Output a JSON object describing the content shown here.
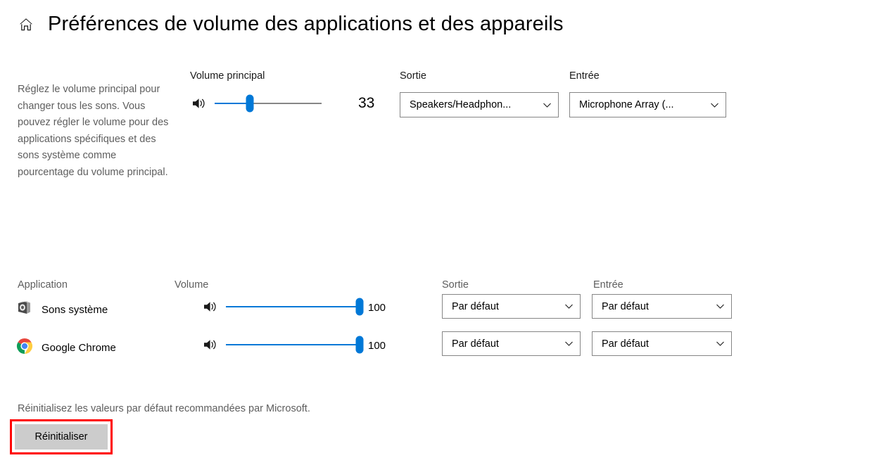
{
  "header": {
    "home_icon": "home-icon",
    "title": "Préférences de volume des applications et des appareils"
  },
  "description": "Réglez le volume principal pour changer tous les sons. Vous pouvez régler le volume pour des applications spécifiques et des sons système comme pourcentage du volume principal.",
  "master": {
    "volume_label": "Volume principal",
    "volume_value": "33",
    "volume_percent": 33,
    "speaker_icon": "speaker-icon",
    "output_label": "Sortie",
    "output_value": "Speakers/Headphon...",
    "input_label": "Entrée",
    "input_value": "Microphone Array (...",
    "chevron_icon": "chevron-down-icon"
  },
  "apps": {
    "columns": {
      "application": "Application",
      "volume": "Volume",
      "output": "Sortie",
      "input": "Entrée"
    },
    "rows": [
      {
        "icon": "system-sounds-icon",
        "name": "Sons système",
        "volume_value": "100",
        "volume_percent": 100,
        "output_value": "Par défaut",
        "input_value": "Par défaut"
      },
      {
        "icon": "google-chrome-icon",
        "name": "Google Chrome",
        "volume_value": "100",
        "volume_percent": 100,
        "output_value": "Par défaut",
        "input_value": "Par défaut"
      }
    ]
  },
  "reset": {
    "description": "Réinitialisez les valeurs par défaut recommandées par Microsoft.",
    "button_label": "Réinitialiser",
    "highlight_color": "#ff0000"
  },
  "colors": {
    "accent": "#0078d7",
    "track": "#868686",
    "secondary_text": "#5e5e5e",
    "button_face": "#cccccc"
  }
}
